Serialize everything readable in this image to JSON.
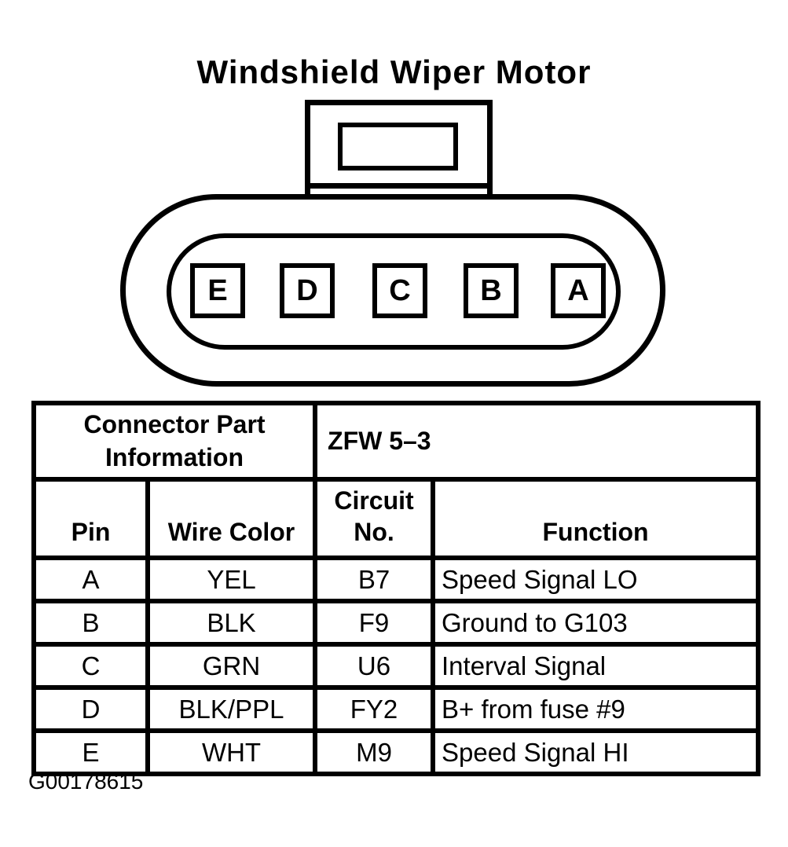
{
  "title": "Windshield Wiper Motor",
  "connector": {
    "pins": [
      "E",
      "D",
      "C",
      "B",
      "A"
    ]
  },
  "table": {
    "header": {
      "label": "Connector Part Information",
      "value": "ZFW 5–3"
    },
    "columns": [
      "Pin",
      "Wire Color",
      "Circuit No.",
      "Function"
    ],
    "rows": [
      [
        "A",
        "YEL",
        "B7",
        "Speed Signal LO"
      ],
      [
        "B",
        "BLK",
        "F9",
        "Ground to G103"
      ],
      [
        "C",
        "GRN",
        "U6",
        "Interval Signal"
      ],
      [
        "D",
        "BLK/PPL",
        "FY2",
        "B+ from fuse #9"
      ],
      [
        "E",
        "WHT",
        "M9",
        "Speed Signal HI"
      ]
    ]
  },
  "figure_id": "G00178615",
  "colors": {
    "ink": "#000000",
    "paper": "#ffffff"
  }
}
